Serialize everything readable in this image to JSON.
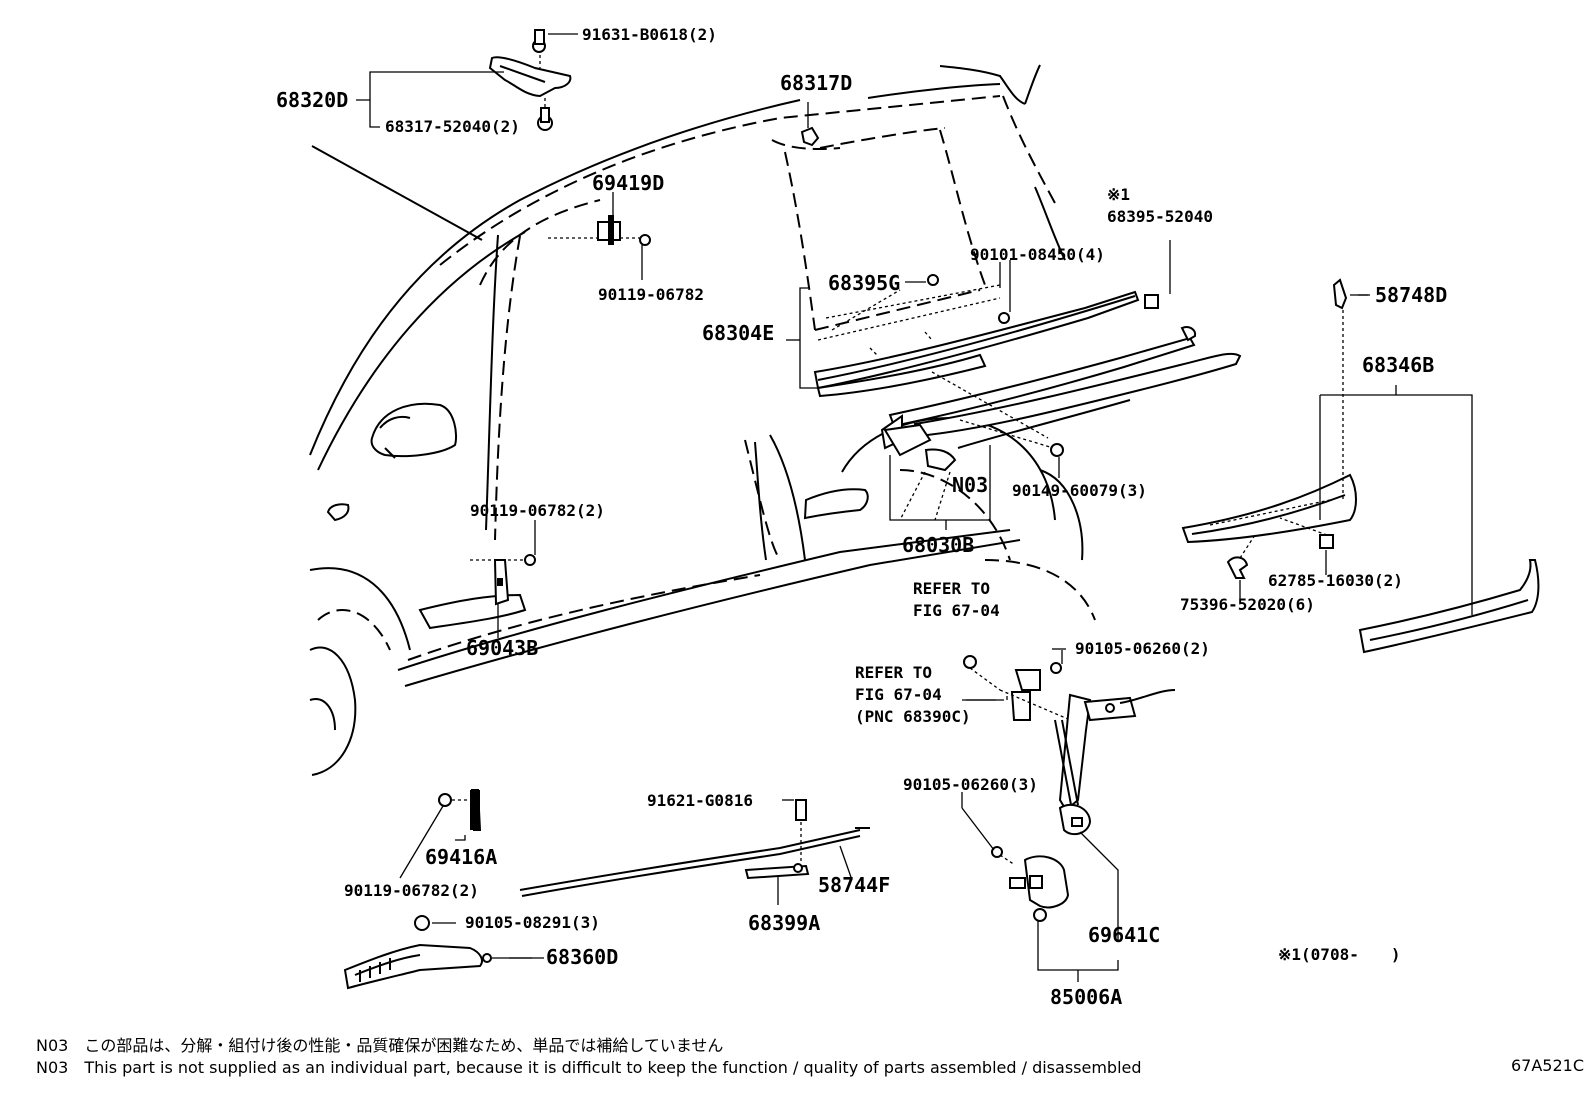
{
  "labels": {
    "p_91631": "91631-B0618(2)",
    "p_68320D": "68320D",
    "p_68317_52040": "68317-52040(2)",
    "p_68317D": "68317D",
    "p_69419D": "69419D",
    "p_90119_06782_a": "90119-06782",
    "p_mark1_top": "※1",
    "p_68395_52040": "68395-52040",
    "p_90101": "90101-08450(4)",
    "p_68395G": "68395G",
    "p_68304E": "68304E",
    "p_58748D": "58748D",
    "p_68346B": "68346B",
    "p_N03": "N03",
    "p_90149": "90149-60079(3)",
    "p_68030B": "68030B",
    "p_90119_06782_b": "90119-06782(2)",
    "p_69043B": "69043B",
    "p_refer1_a": "REFER TO",
    "p_refer1_b": "FIG 67-04",
    "p_62785": "62785-16030(2)",
    "p_75396": "75396-52020(6)",
    "p_90105_06260_2": "90105-06260(2)",
    "p_refer2_a": "REFER TO",
    "p_refer2_b": "FIG 67-04",
    "p_refer2_c": "(PNC 68390C)",
    "p_91621": "91621-G0816",
    "p_69416A": "69416A",
    "p_90105_06260_3": "90105-06260(3)",
    "p_58744F": "58744F",
    "p_90119_06782_c": "90119-06782(2)",
    "p_90105_08291": "90105-08291(3)",
    "p_68399A": "68399A",
    "p_69641C": "69641C",
    "p_68360D": "68360D",
    "p_mark1_bottom": "※1(0708-　　)",
    "p_85006A": "85006A"
  },
  "notes": {
    "jp": "N03　この部品は、分解・組付け後の性能・品質確保が困難なため、単品では補給していません",
    "en": "N03　This part is not supplied as an individual part, because it is difficult to keep the function / quality of parts  assembled / disassembled"
  },
  "figure_id": "67A521C"
}
